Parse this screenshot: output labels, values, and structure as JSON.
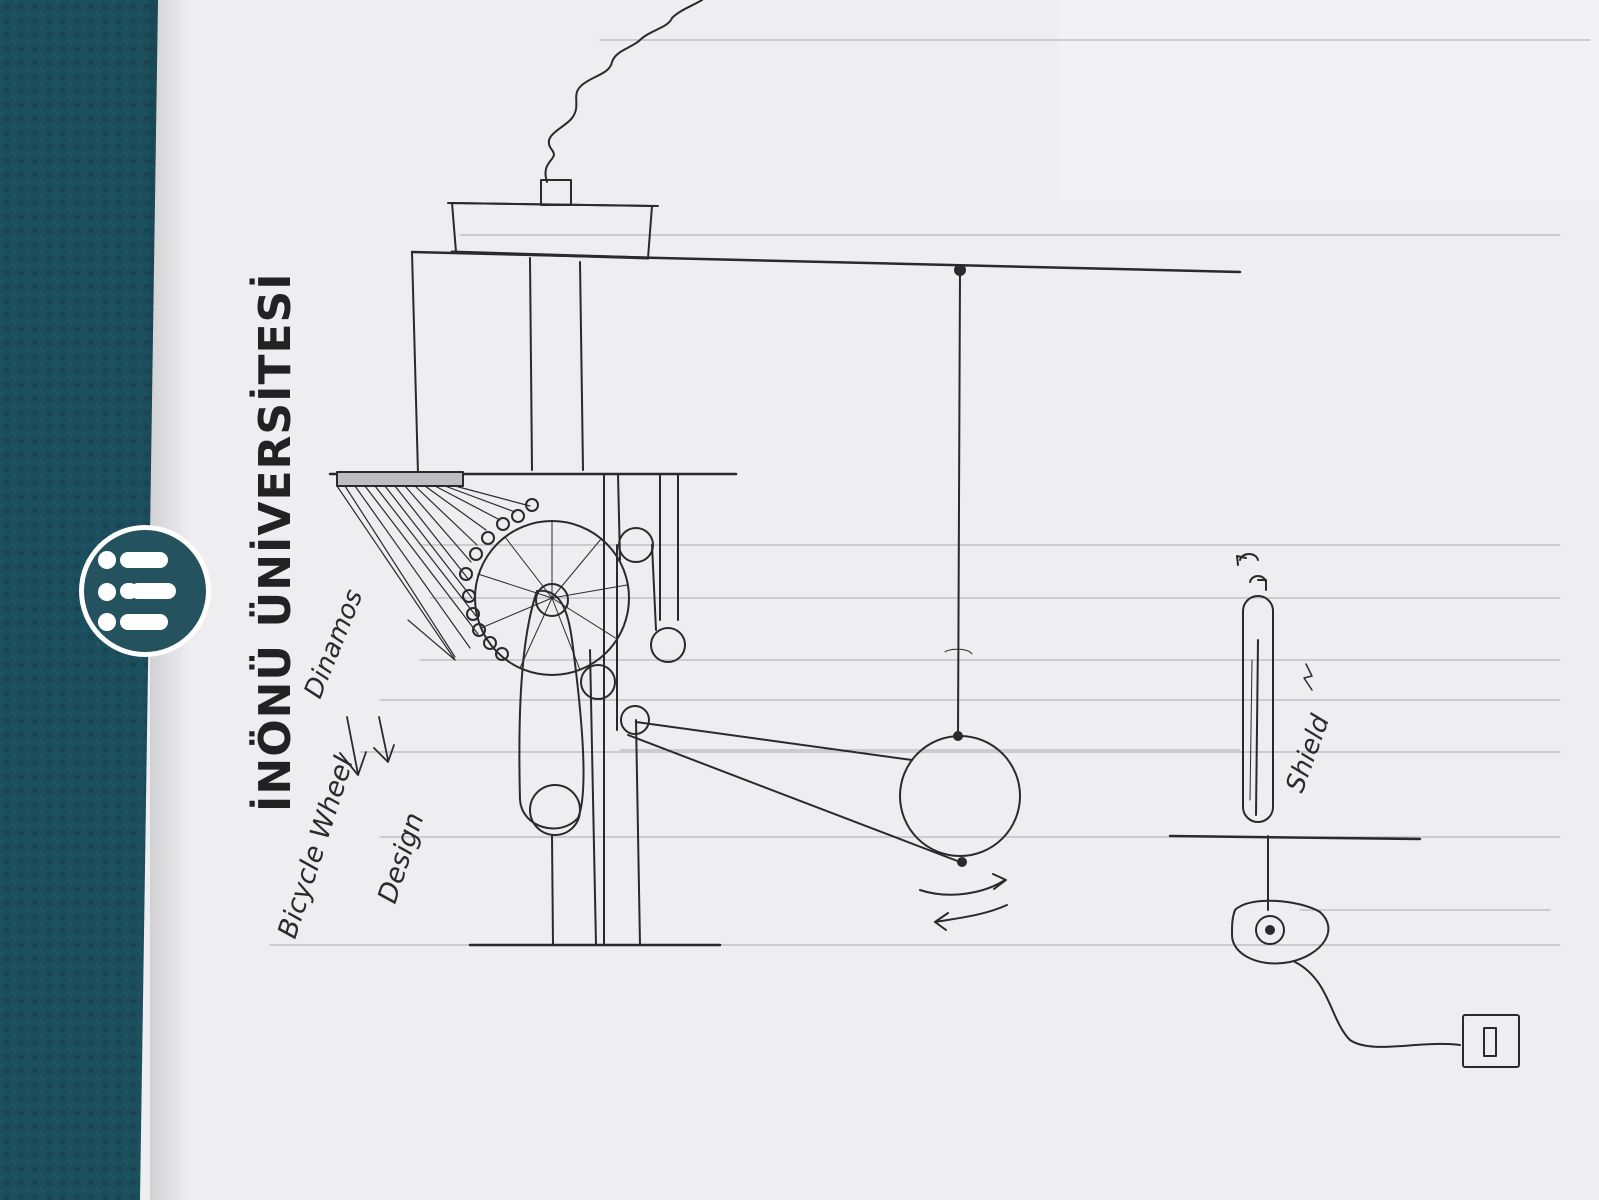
{
  "header": {
    "university_name": "İNÖNÜ ÜNİVERSİTESİ"
  },
  "annotations": {
    "dinamos": "Dinamos",
    "bicycle_wheel": "Bicycle Wheel",
    "design": "Design",
    "shield": "Shield"
  },
  "colors": {
    "banner": "#1c4f5e",
    "logo_circle": "#24525f",
    "pencil": "#2a2a2a",
    "paper": "#eeeef1"
  },
  "icons": {
    "logo": "iuu-monogram-icon",
    "rotation": "rotation-arrows-icon",
    "switch": "wall-switch-icon"
  }
}
